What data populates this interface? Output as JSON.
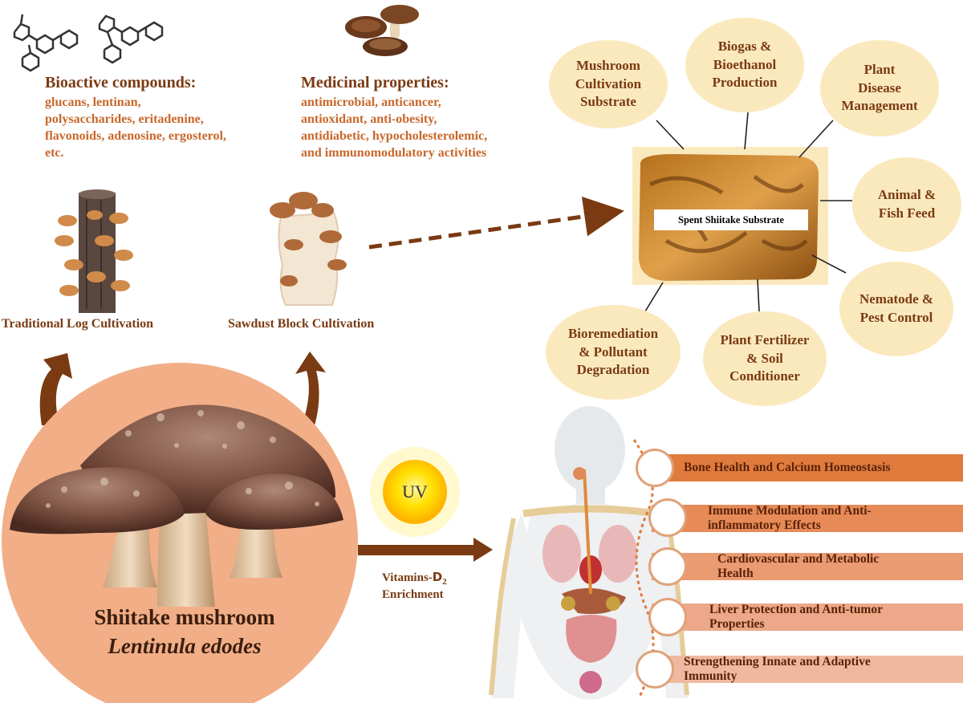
{
  "bioactive": {
    "title": "Bioactive compounds:",
    "lines": [
      "glucans, lentinan,",
      "polysaccharides, eritadenine,",
      "flavonoids, adenosine, ergosterol,",
      "etc."
    ]
  },
  "medicinal": {
    "title": "Medicinal properties:",
    "lines": [
      "antimicrobial, anticancer,",
      "antioxidant, anti-obesity,",
      "antidiabetic, hypocholesterolemic,",
      "and immunomodulatory activities"
    ]
  },
  "cultivation": {
    "log_label": "Traditional Log Cultivation",
    "sawdust_label": "Sawdust Block Cultivation"
  },
  "substrate": {
    "center_label": "Spent Shiitake Substrate",
    "uses": [
      [
        "Mushroom",
        "Cultivation",
        "Substrate"
      ],
      [
        "Biogas &",
        "Bioethanol",
        "Production"
      ],
      [
        "Plant",
        "Disease",
        "Management"
      ],
      [
        "Animal &",
        "Fish Feed"
      ],
      [
        "Nematode &",
        "Pest Control"
      ],
      [
        "Plant Fertilizer",
        "& Soil",
        "Conditioner"
      ],
      [
        "Bioremediation",
        "& Pollutant",
        "Degradation"
      ]
    ]
  },
  "mushroom": {
    "name": "Shiitake mushroom",
    "latin": "Lentinula edodes"
  },
  "uv": {
    "sun_label": "UV",
    "enrichment_line1": "Vitamins-",
    "enrichment_d": "D",
    "enrichment_sub": "2",
    "enrichment_line2": "Enrichment"
  },
  "health": {
    "benefits": [
      [
        "Bone Health and Calcium Homeostasis"
      ],
      [
        "Immune Modulation and Anti-",
        "inflammatory Effects"
      ],
      [
        "Cardiovascular and Metabolic",
        "Health"
      ],
      [
        "Liver Protection and Anti-tumor",
        "Properties"
      ],
      [
        "Strengthening Innate and Adaptive",
        "Immunity"
      ]
    ]
  },
  "colors": {
    "dark_brown": "#7a3a12",
    "orange_text": "#c8672a",
    "bubble_fill": "#fbe9be",
    "mushroom_circle": "#f2ae86",
    "bar_1": "#e07b3d",
    "bar_2": "#e68a58",
    "bar_3": "#eb9b72",
    "bar_4": "#eca889",
    "bar_5": "#f0b99f",
    "sun_core": "#ffe000"
  },
  "icons": [
    "molecule-icon",
    "mushroom-caps-icon",
    "log-icon",
    "sawdust-bag-icon",
    "sun-icon",
    "human-anatomy-icon"
  ]
}
